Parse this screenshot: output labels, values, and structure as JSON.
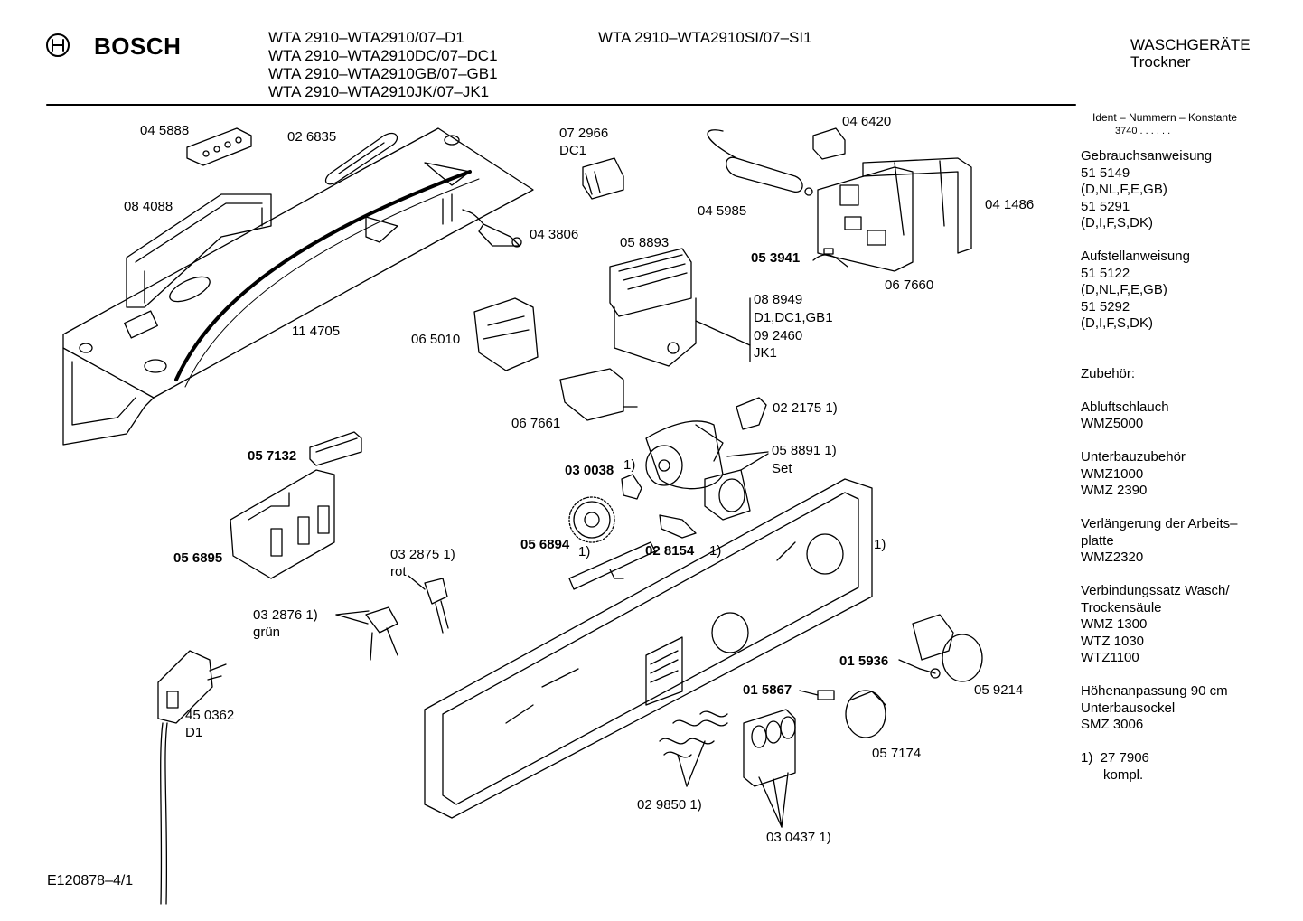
{
  "header": {
    "brand": "BOSCH",
    "models_left": [
      "WTA 2910–WTA2910/07–D1",
      "WTA 2910–WTA2910DC/07–DC1",
      "WTA 2910–WTA2910GB/07–GB1",
      "WTA 2910–WTA2910JK/07–JK1"
    ],
    "model_right": "WTA 2910–WTA2910SI/07–SI1",
    "category": "WASCHGERÄTE",
    "subcategory": "Trockner"
  },
  "footer": {
    "drawing_no": "E120878–4/1"
  },
  "sidebar": {
    "ident_header": "Ident – Nummern – Konstante",
    "ident_value": "3740 . . . . . .",
    "lines": [
      "Gebrauchsanweisung",
      "51 5149",
      "(D,NL,F,E,GB)",
      "51 5291",
      "(D,I,F,S,DK)",
      "",
      "Aufstellanweisung",
      "51 5122",
      "(D,NL,F,E,GB)",
      "51 5292",
      "(D,I,F,S,DK)",
      "",
      "",
      "Zubehör:",
      "",
      "Abluftschlauch",
      "WMZ5000",
      "",
      "Unterbauzubehör",
      "WMZ1000",
      "WMZ 2390",
      "",
      "Verlängerung der Arbeits–",
      "platte",
      "WMZ2320",
      "",
      "Verbindungssatz Wasch/",
      "Trockensäule",
      "WMZ 1300",
      "WTZ 1030",
      "WTZ1100",
      "",
      "Höhenanpassung 90 cm",
      "Unterbausockel",
      "SMZ 3006",
      "",
      "1)  27 7906",
      "      kompl."
    ]
  },
  "parts": [
    {
      "id": "p045888",
      "text": "04 5888",
      "bold": false
    },
    {
      "id": "p026835",
      "text": "02 6835",
      "bold": false
    },
    {
      "id": "p084088",
      "text": "08 4088",
      "bold": false
    },
    {
      "id": "p072966",
      "text": "07 2966",
      "bold": false
    },
    {
      "id": "pDC1",
      "text": "DC1",
      "bold": false
    },
    {
      "id": "p046420",
      "text": "04 6420",
      "bold": false
    },
    {
      "id": "p045985",
      "text": "04 5985",
      "bold": false
    },
    {
      "id": "p041486",
      "text": "04 1486",
      "bold": false
    },
    {
      "id": "p043806",
      "text": "04 3806",
      "bold": false
    },
    {
      "id": "p058893",
      "text": "05 8893",
      "bold": false
    },
    {
      "id": "p053941",
      "text": "05 3941",
      "bold": true
    },
    {
      "id": "p067660",
      "text": "06 7660",
      "bold": false
    },
    {
      "id": "p088949",
      "text": "08 8949",
      "bold": false
    },
    {
      "id": "pD1DC1GB1",
      "text": "D1,DC1,GB1",
      "bold": false
    },
    {
      "id": "p092460",
      "text": "09 2460",
      "bold": false
    },
    {
      "id": "pJK1",
      "text": "JK1",
      "bold": false
    },
    {
      "id": "p114705",
      "text": "11 4705",
      "bold": false
    },
    {
      "id": "p065010",
      "text": "06 5010",
      "bold": false
    },
    {
      "id": "p067661",
      "text": "06 7661",
      "bold": false
    },
    {
      "id": "p022175",
      "text": "02 2175 1)",
      "bold": false
    },
    {
      "id": "p058891",
      "text": "05 8891 1)",
      "bold": false
    },
    {
      "id": "pSet",
      "text": "Set",
      "bold": false
    },
    {
      "id": "p057132",
      "text": "05 7132",
      "bold": true
    },
    {
      "id": "p030038",
      "text": "03 0038",
      "bold": true
    },
    {
      "id": "p030038n",
      "text": "1)",
      "bold": false
    },
    {
      "id": "p056894",
      "text": "05 6894",
      "bold": true
    },
    {
      "id": "p056894n",
      "text": "1)",
      "bold": false
    },
    {
      "id": "p028154",
      "text": "02 8154",
      "bold": true
    },
    {
      "id": "p028154n",
      "text": "1)",
      "bold": false
    },
    {
      "id": "p056895",
      "text": "05 6895",
      "bold": true
    },
    {
      "id": "p032875",
      "text": "03 2875 1)",
      "bold": false
    },
    {
      "id": "prot",
      "text": "rot",
      "bold": false
    },
    {
      "id": "pPanel1",
      "text": "1)",
      "bold": false
    },
    {
      "id": "p032876",
      "text": "03 2876 1)",
      "bold": false
    },
    {
      "id": "pgrun",
      "text": "grün",
      "bold": false
    },
    {
      "id": "p015936",
      "text": "01 5936",
      "bold": true
    },
    {
      "id": "p059214",
      "text": "05 9214",
      "bold": false
    },
    {
      "id": "p015867",
      "text": "01 5867",
      "bold": true
    },
    {
      "id": "p450362",
      "text": "45 0362",
      "bold": false
    },
    {
      "id": "pD1",
      "text": "D1",
      "bold": false
    },
    {
      "id": "p057174",
      "text": "05 7174",
      "bold": false
    },
    {
      "id": "p029850",
      "text": "02 9850 1)",
      "bold": false
    },
    {
      "id": "p030437",
      "text": "03 0437 1)",
      "bold": false
    }
  ]
}
